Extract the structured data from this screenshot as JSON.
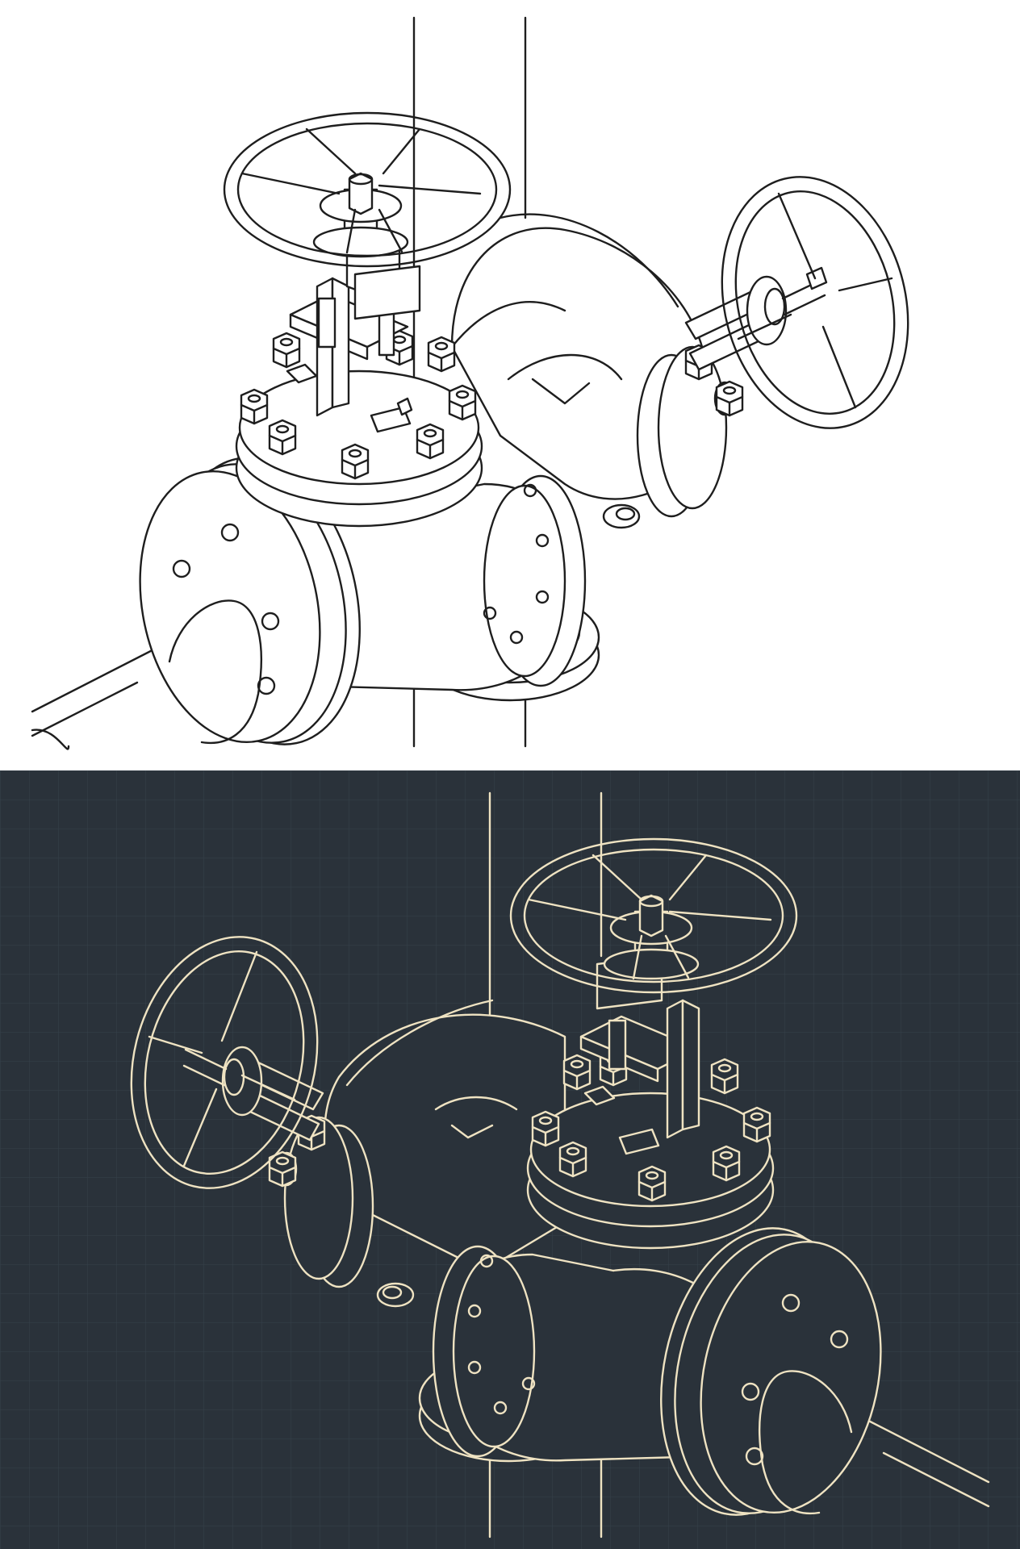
{
  "colors": {
    "top_background": "#ffffff",
    "top_line": "#1e1e1e",
    "bottom_background": "#2a323a",
    "bottom_grid": "#36414b",
    "bottom_line": "#efe3c2"
  },
  "panels": [
    {
      "name": "line-drawing-white",
      "style": "black line art on white"
    },
    {
      "name": "blueprint-dark",
      "style": "cream line art on dark blueprint grid"
    }
  ],
  "subject_icon": "gate-valve-handwheel-icon"
}
